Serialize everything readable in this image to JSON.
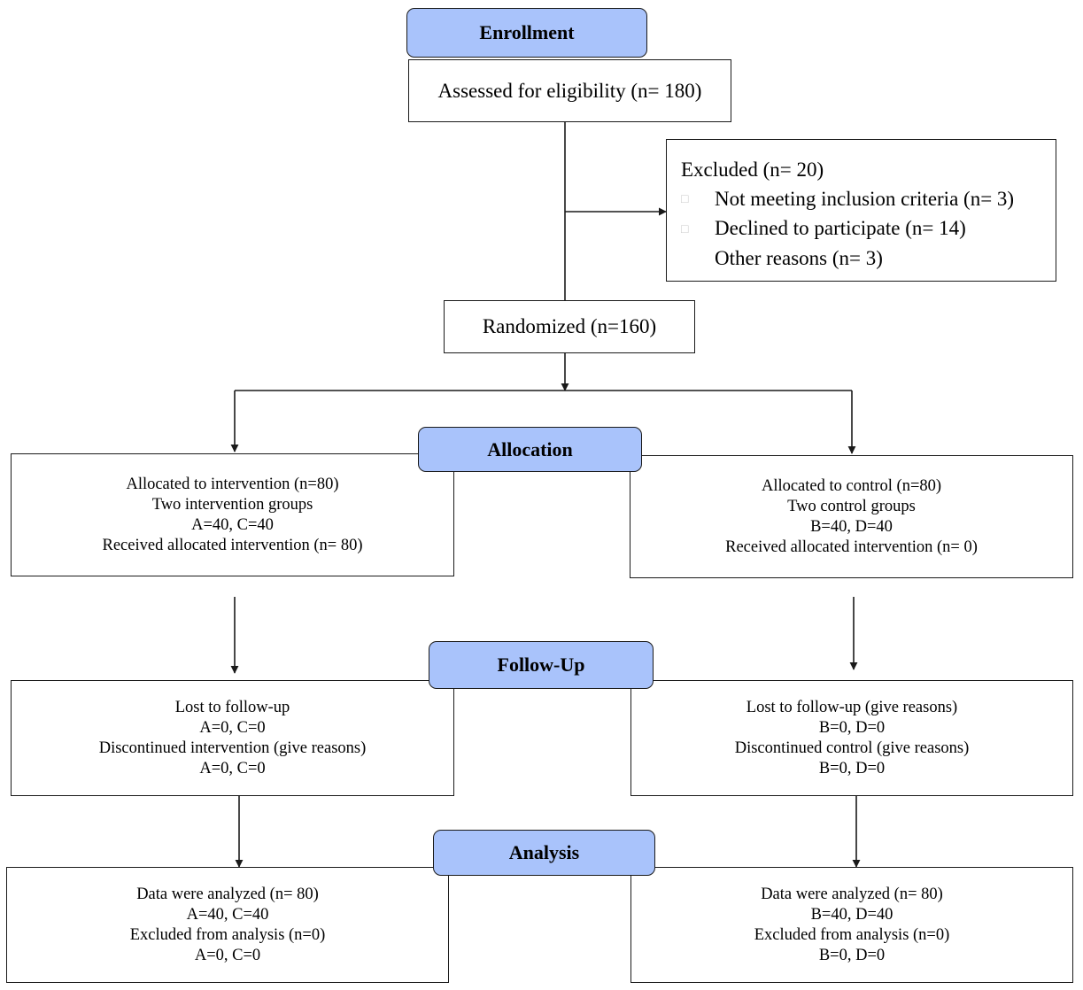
{
  "stages": {
    "enrollment": "Enrollment",
    "allocation": "Allocation",
    "follow_up": "Follow-Up",
    "analysis": "Analysis"
  },
  "enrollment": {
    "assessed": "Assessed for eligibility (n= 180)",
    "excluded": {
      "title": "Excluded (n=   20)",
      "items": [
        {
          "bullet": "□",
          "text": "Not meeting inclusion criteria (n= 3)"
        },
        {
          "bullet": "□",
          "text": "Declined to participate (n= 14)"
        },
        {
          "bullet": "",
          "text": "Other reasons (n= 3)"
        }
      ]
    },
    "randomized": "Randomized (n=160)"
  },
  "allocation": {
    "left": [
      "Allocated to intervention (n=80)",
      "Two intervention groups",
      "A=40, C=40",
      "Received allocated intervention (n= 80)"
    ],
    "right": [
      "Allocated to control (n=80)",
      "Two control groups",
      "B=40, D=40",
      "Received allocated intervention (n= 0)"
    ]
  },
  "follow_up": {
    "left": [
      "Lost to follow-up",
      "A=0, C=0",
      "Discontinued intervention (give reasons)",
      "A=0, C=0"
    ],
    "right": [
      "Lost to follow-up (give reasons)",
      "B=0, D=0",
      "Discontinued control (give reasons)",
      "B=0, D=0"
    ]
  },
  "analysis": {
    "left": [
      "Data were analyzed (n= 80)",
      "A=40, C=40",
      "Excluded from analysis (n=0)",
      "A=0, C=0"
    ],
    "right": [
      "Data were analyzed (n= 80)",
      "B=40, D=40",
      "Excluded from analysis (n=0)",
      "B=0, D=0"
    ]
  },
  "colors": {
    "stage_fill": "#a9c3fb",
    "line": "#1a1a1a"
  }
}
